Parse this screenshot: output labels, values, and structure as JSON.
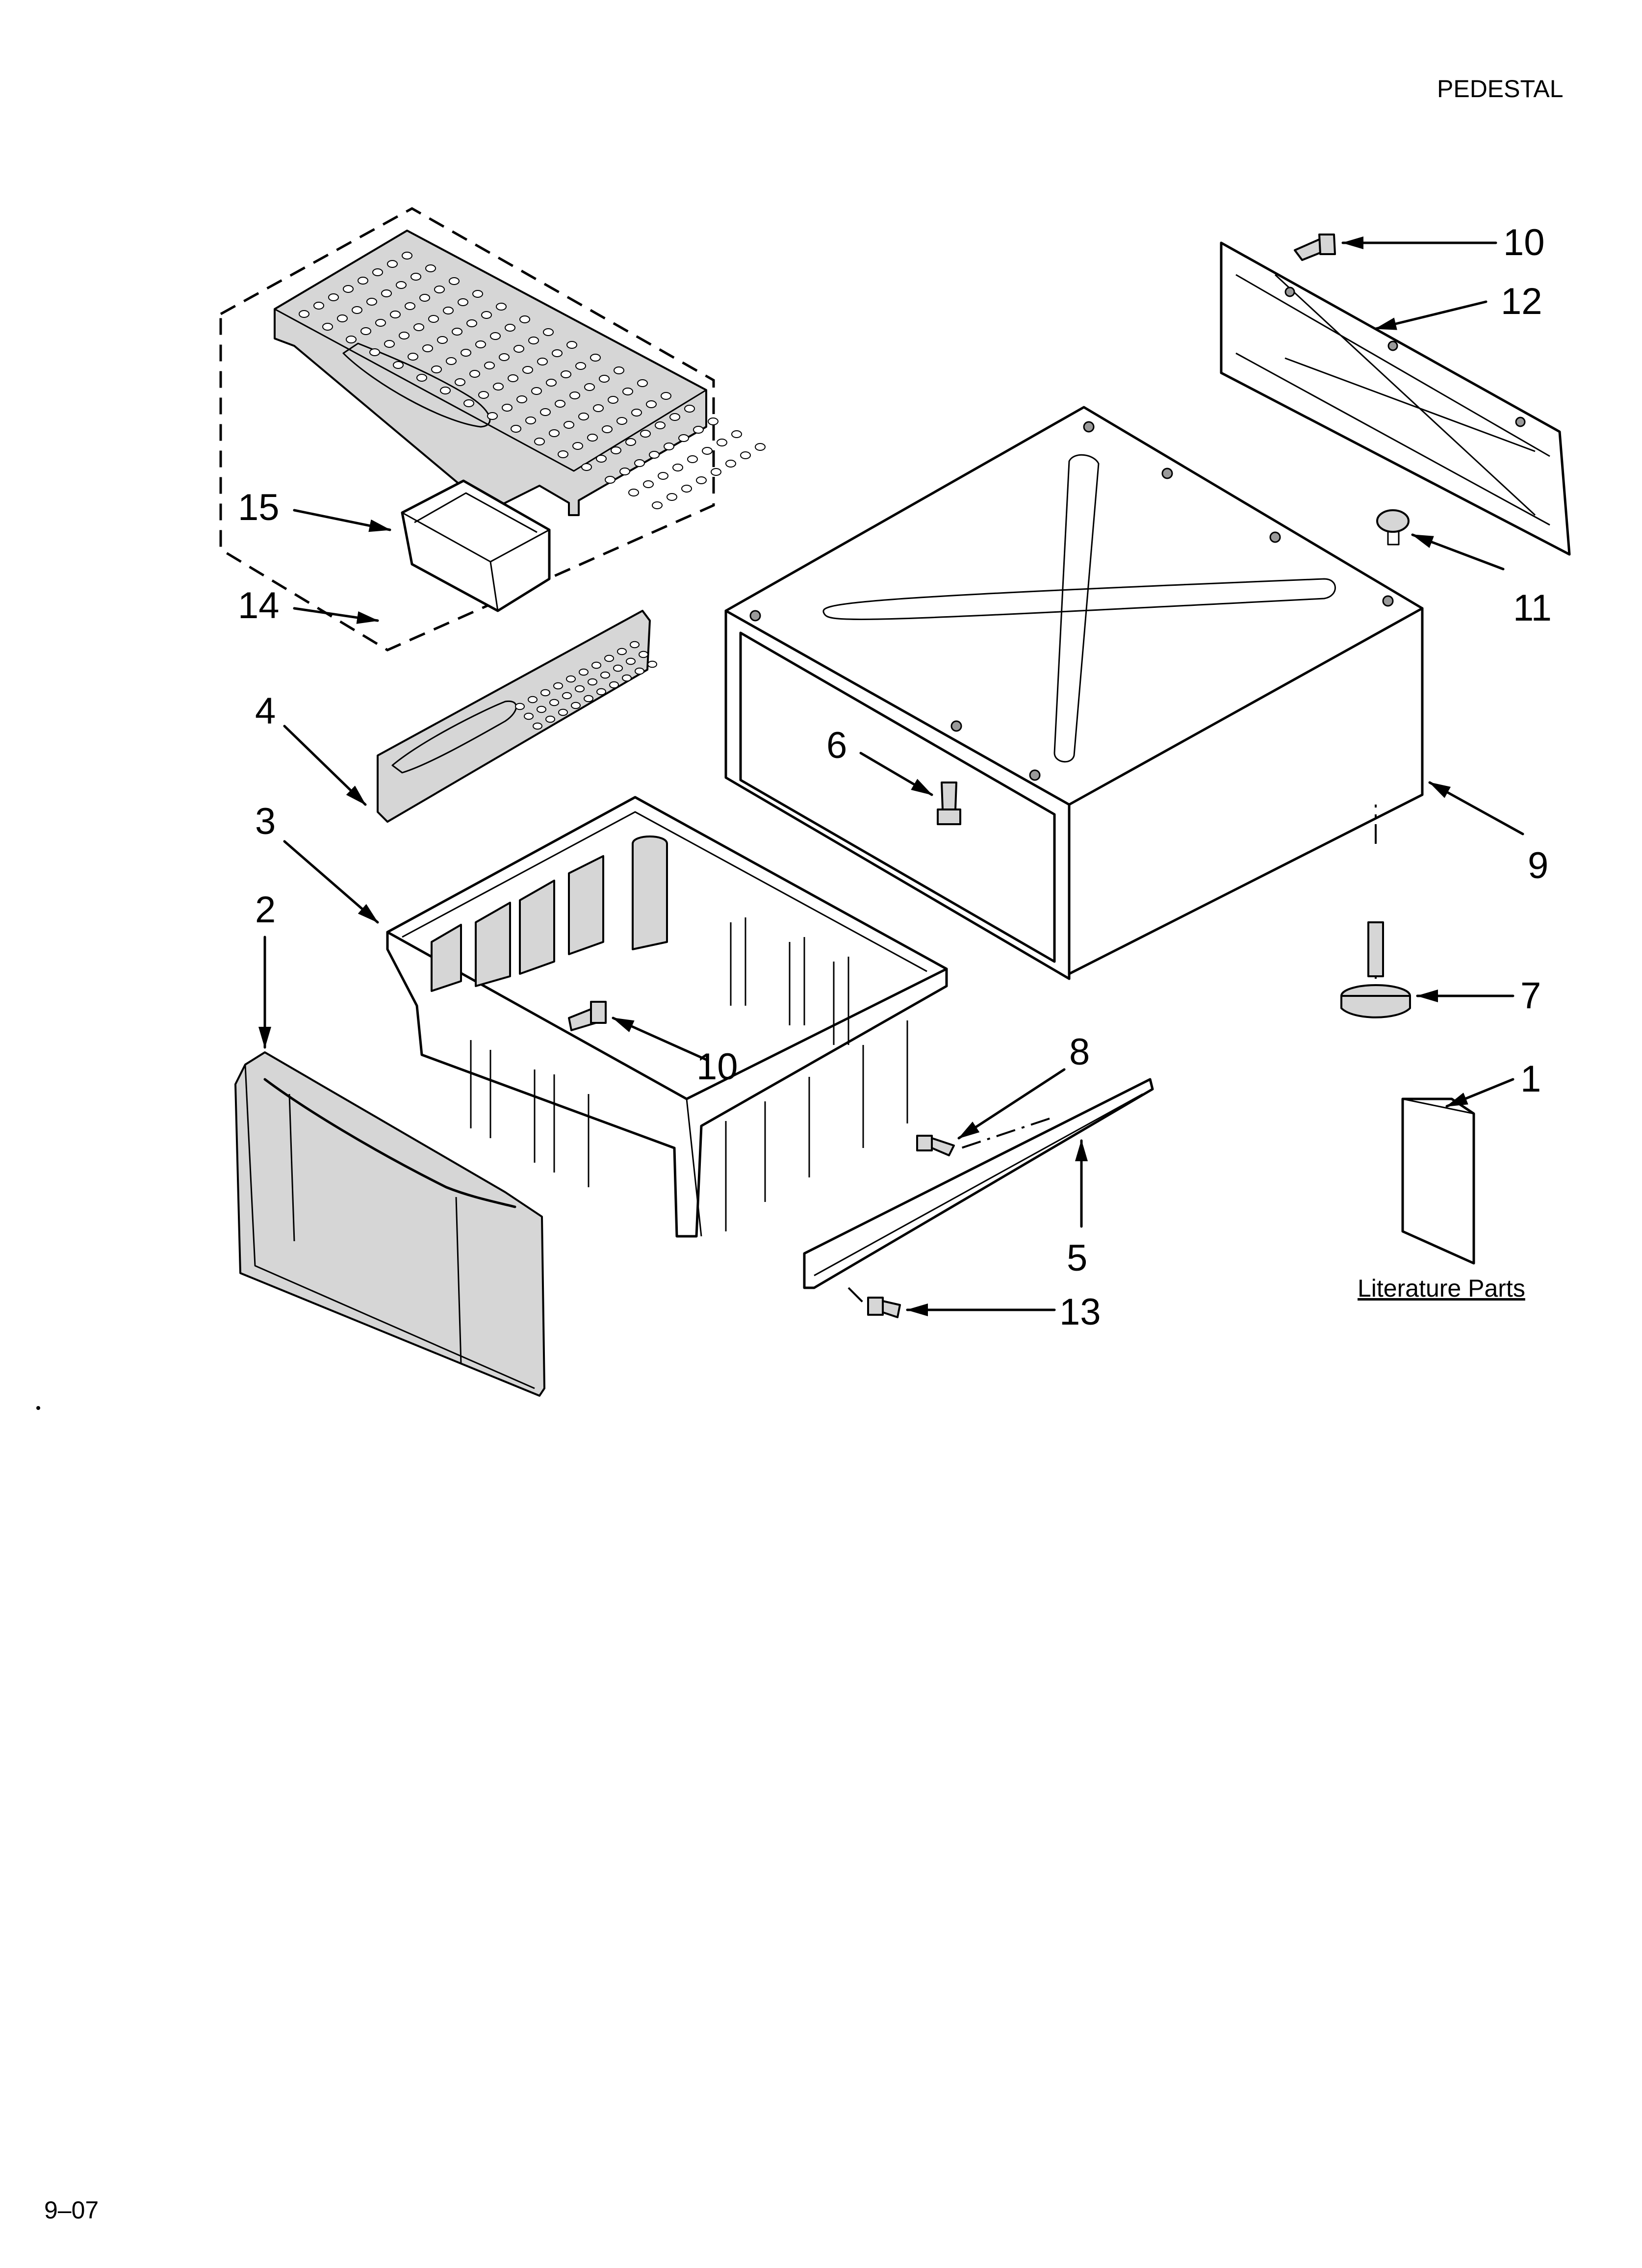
{
  "page": {
    "header": "PEDESTAL",
    "footer_code": "9–07",
    "literature_label": "Literature Parts"
  },
  "callouts": [
    {
      "id": "10a",
      "text": "10"
    },
    {
      "id": "12",
      "text": "12"
    },
    {
      "id": "11",
      "text": "11"
    },
    {
      "id": "15",
      "text": "15"
    },
    {
      "id": "14",
      "text": "14"
    },
    {
      "id": "4",
      "text": "4"
    },
    {
      "id": "6",
      "text": "6"
    },
    {
      "id": "9",
      "text": "9"
    },
    {
      "id": "3",
      "text": "3"
    },
    {
      "id": "2",
      "text": "2"
    },
    {
      "id": "7",
      "text": "7"
    },
    {
      "id": "10b",
      "text": "10"
    },
    {
      "id": "8",
      "text": "8"
    },
    {
      "id": "1",
      "text": "1"
    },
    {
      "id": "5",
      "text": "5"
    },
    {
      "id": "13",
      "text": "13"
    }
  ]
}
